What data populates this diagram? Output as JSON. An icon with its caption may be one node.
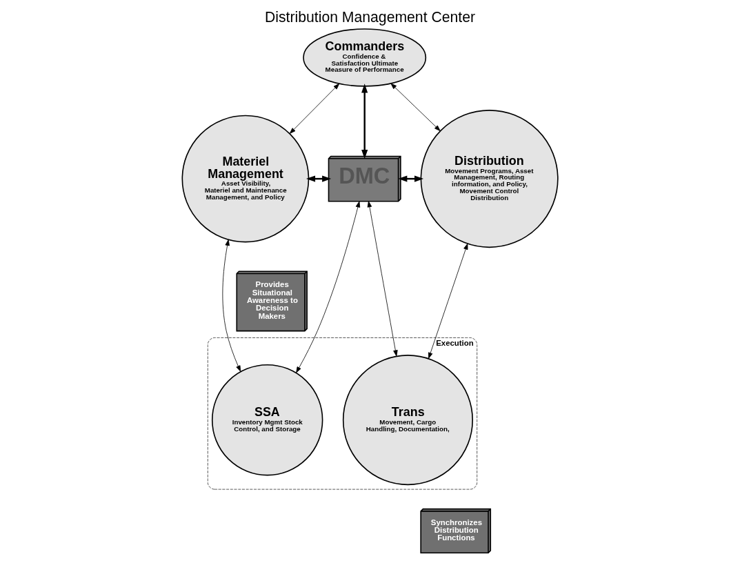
{
  "diagram": {
    "title": "Distribution Management Center",
    "nodes": [
      {
        "text": [
          "Commanders",
          "Confidence & Satisfaction Ultimate Measure of Performance"
        ]
      },
      {
        "text": [
          "Materiel Management",
          "Asset Visibility, Materiel and Maintenance Management, and Policy"
        ]
      },
      {
        "text": [
          "DMC"
        ]
      },
      {
        "text": [
          "Distribution",
          "Movement Programs, Asset Management, Routing information, and Policy, Movement Control Distribution"
        ]
      },
      {
        "text": [
          "Execution"
        ]
      },
      {
        "text": [
          "SSA",
          "Inventory Mgmt Stock Control, and Storage"
        ],
        "in": 4
      },
      {
        "text": [
          "Trans",
          "Movement, Cargo Handling, Documentation,"
        ],
        "in": 4
      },
      {
        "text": [
          "Provides Situational Awareness to Decision Makers"
        ]
      },
      {
        "text": [
          "Synchronizes Distribution Functions"
        ]
      }
    ],
    "edges": [
      {
        "from": 0,
        "to": 1,
        "arrow": "both"
      },
      {
        "from": 0,
        "to": 3,
        "arrow": "both"
      },
      {
        "from": 0,
        "to": 2,
        "arrow": "both",
        "style": "thick"
      },
      {
        "from": 1,
        "to": 2,
        "arrow": "both",
        "style": "thick"
      },
      {
        "from": 2,
        "to": 3,
        "arrow": "both",
        "style": "thick"
      },
      {
        "from": 2,
        "to": 5,
        "arrow": "both"
      },
      {
        "from": 2,
        "to": 6,
        "arrow": "both"
      },
      {
        "from": 1,
        "to": 5,
        "arrow": "both"
      },
      {
        "from": 3,
        "to": 6,
        "arrow": "both"
      }
    ]
  }
}
